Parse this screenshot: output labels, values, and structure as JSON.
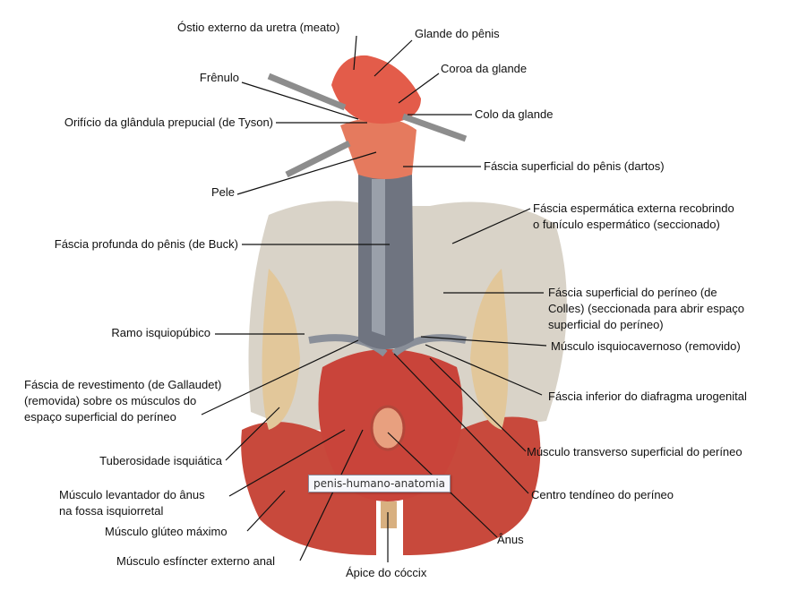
{
  "labels": {
    "meato": "Óstio externo da uretra (meato)",
    "glande": "Glande do pênis",
    "coroa": "Coroa da glande",
    "frenulo": "Frênulo",
    "colo": "Colo da glande",
    "tyson": "Orifício da glândula prepucial (de Tyson)",
    "dartos": "Fáscia superficial do pênis (dartos)",
    "pele": "Pele",
    "espermatica_1": "Fáscia espermática externa recobrindo",
    "espermatica_2": "o funículo espermático (seccionado)",
    "buck": "Fáscia profunda do pênis (de Buck)",
    "colles_1": "Fáscia superficial do períneo (de",
    "colles_2": "Colles) (seccionada para abrir espaço",
    "colles_3": "superficial do períneo)",
    "ramo": "Ramo isquiopúbico",
    "isquiocavernoso": "Músculo isquiocavernoso (removido)",
    "gallaudet_1": "Fáscia de revestimento (de Gallaudet)",
    "gallaudet_2": "(removida) sobre os músculos do",
    "gallaudet_3": "espaço superficial do períneo",
    "diafragma": "Fáscia inferior do diafragma urogenital",
    "tuberosidade": "Tuberosidade isquiática",
    "transverso": "Músculo transverso superficial do períneo",
    "levantador_1": "Músculo levantador do ânus",
    "levantador_2": "na fossa isquiorretal",
    "centro": "Centro tendíneo do períneo",
    "gluteo": "Músculo glúteo máximo",
    "anus": "Ânus",
    "esfincter": "Músculo esfíncter externo anal",
    "coccix": "Ápice do cóccix"
  },
  "tooltip": "penis-humano-anatomia"
}
